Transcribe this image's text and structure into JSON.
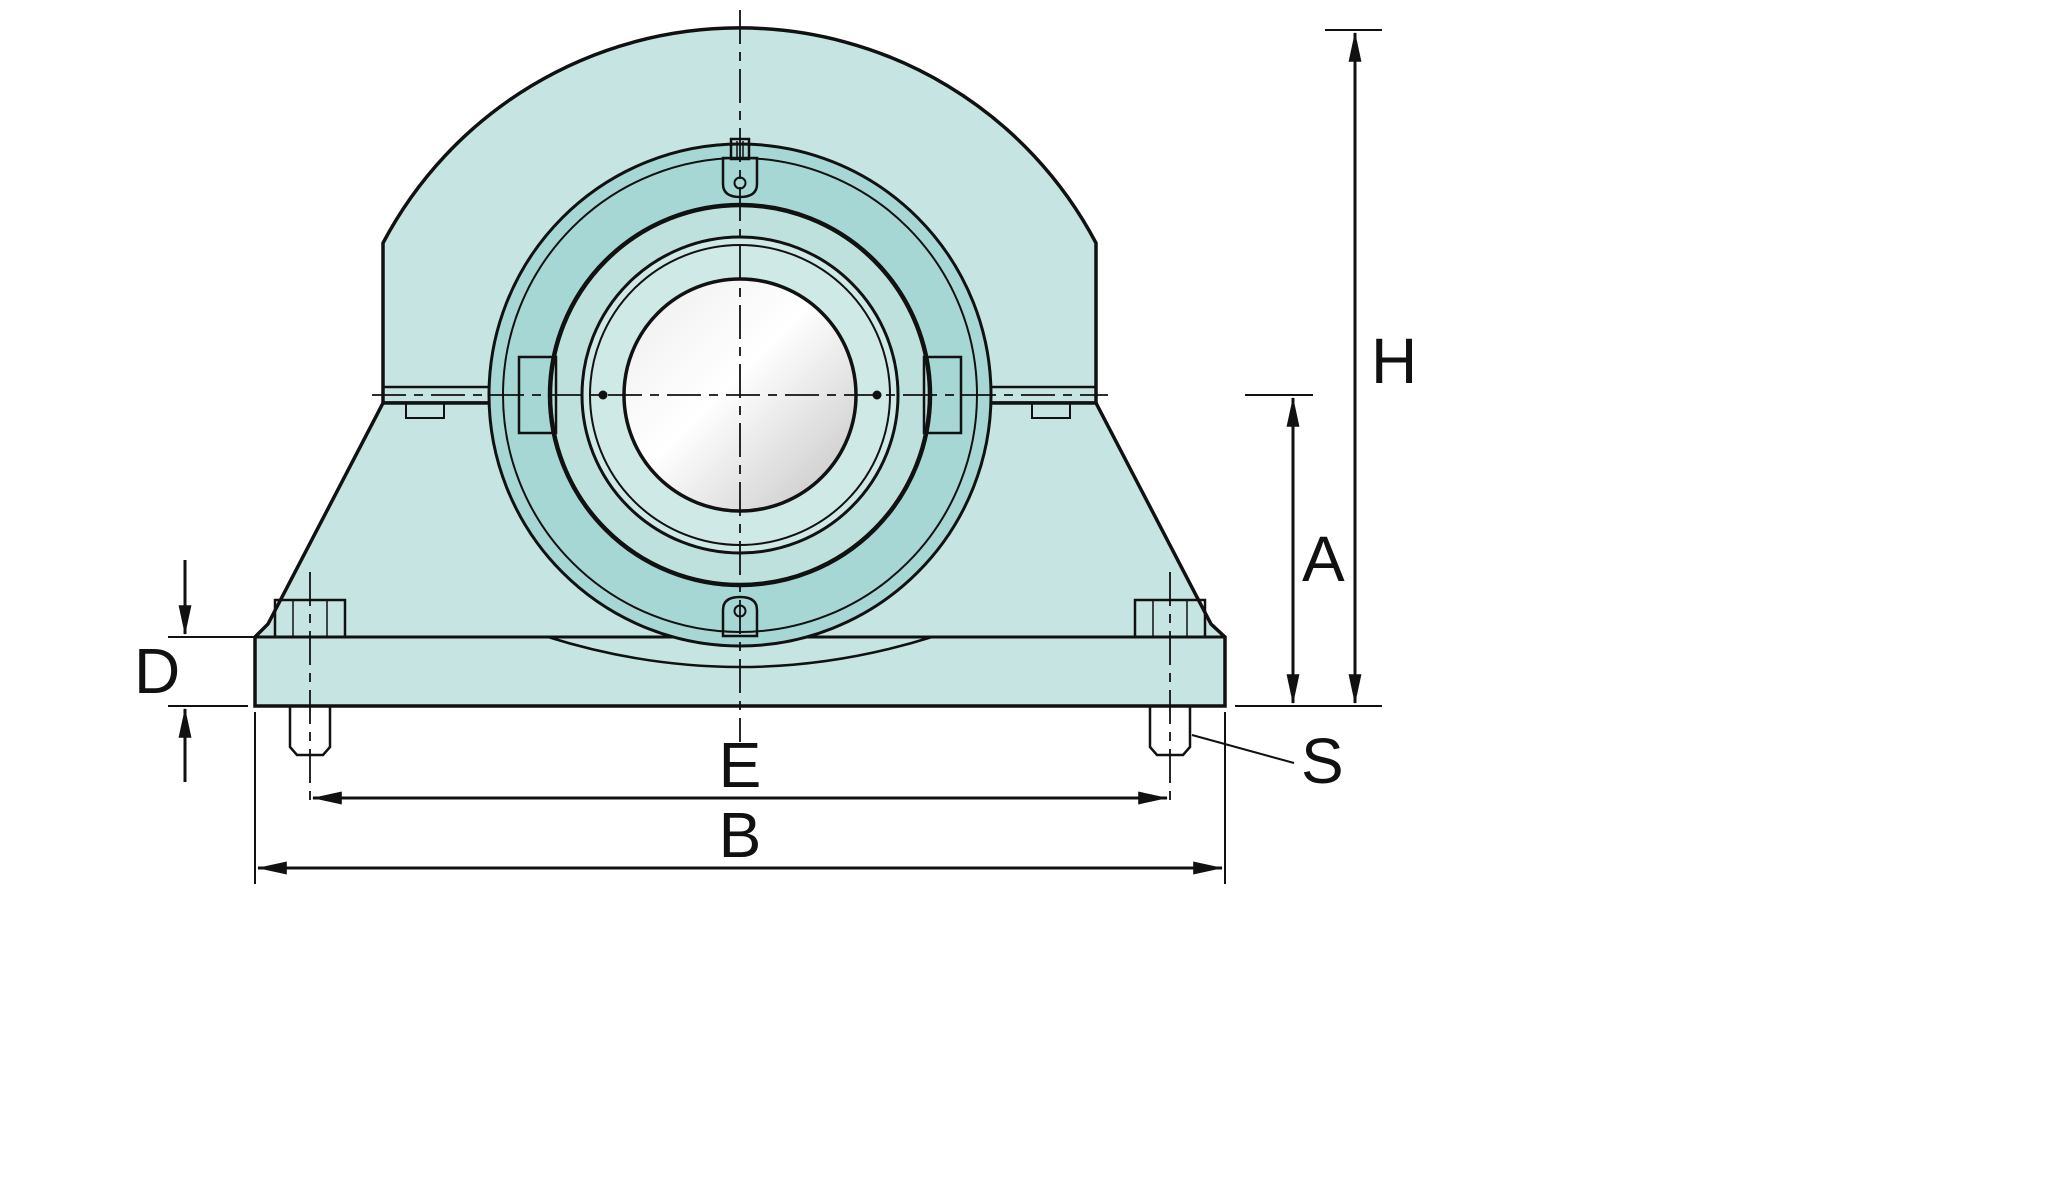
{
  "labels": {
    "H": "H",
    "A": "A",
    "D": "D",
    "E": "E",
    "B": "B",
    "S": "S"
  },
  "colors": {
    "housing": "#c6e5e2",
    "band_outer": "#a6d7d4",
    "band_mid": "#bfe1de",
    "band_inner": "#cfe9e6",
    "line": "#111111"
  }
}
